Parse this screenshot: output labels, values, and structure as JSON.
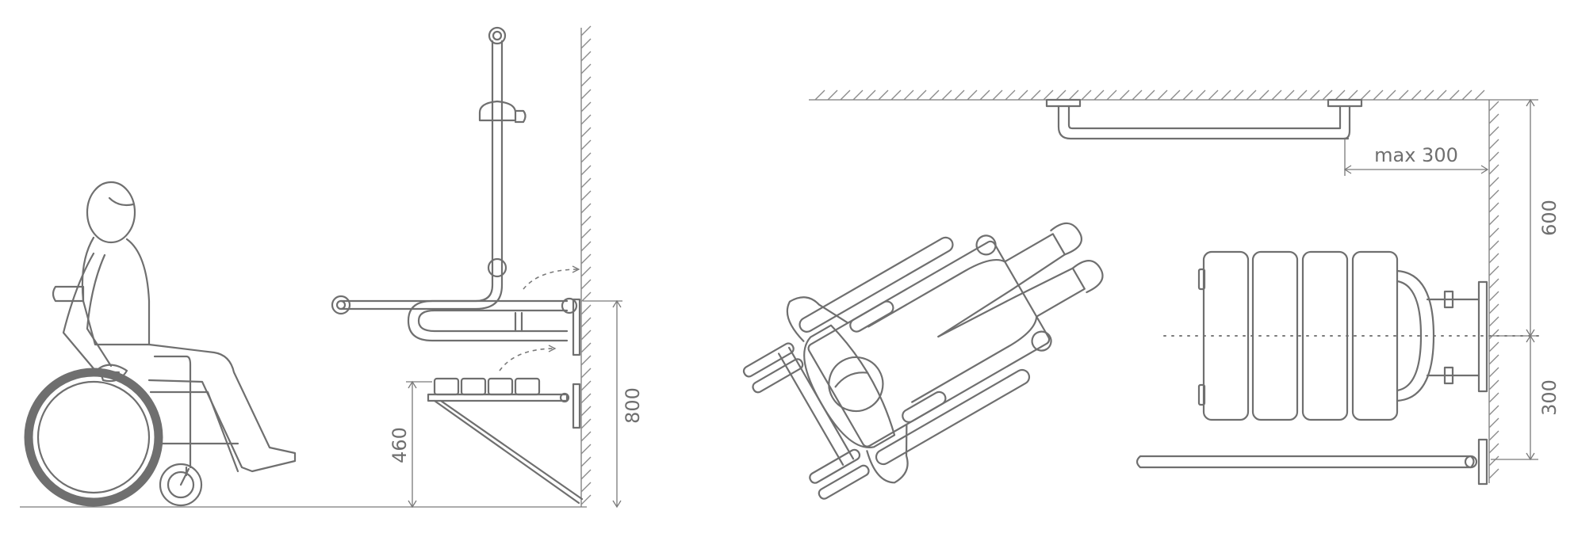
{
  "dimensions": {
    "seat_height": "460",
    "bar_height": "800",
    "bar_offset": "max 300",
    "upper_distance": "600",
    "lower_distance": "300"
  },
  "colors": {
    "line": "#6f6f6f",
    "background": "#ffffff"
  }
}
